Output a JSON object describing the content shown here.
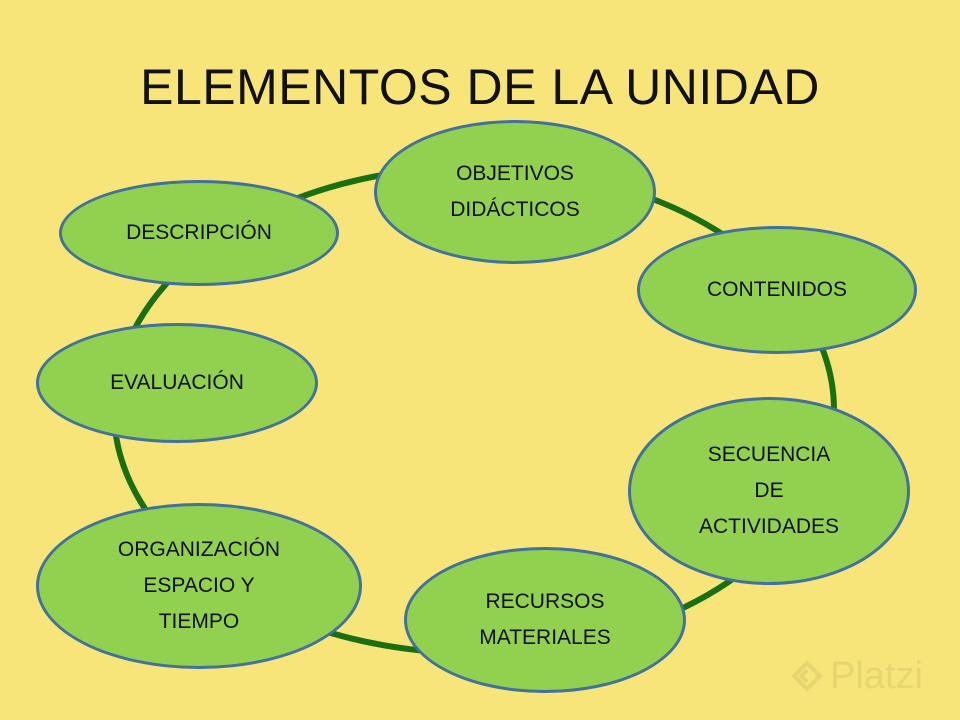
{
  "title": "ELEMENTOS DE LA UNIDAD",
  "colors": {
    "background": "#f8e57a",
    "node_fill": "#92d050",
    "node_border": "#41719c",
    "ring": "#1a7010",
    "text": "#111111"
  },
  "nodes": [
    {
      "id": "objetivos",
      "label": "OBJETIVOS\nDIDÁCTICOS"
    },
    {
      "id": "contenidos",
      "label": "CONTENIDOS"
    },
    {
      "id": "secuencia",
      "label": "SECUENCIA\nDE\nACTIVIDADES"
    },
    {
      "id": "recursos",
      "label": "RECURSOS\nMATERIALES"
    },
    {
      "id": "organizacion",
      "label": "ORGANIZACIÓN\nESPACIO Y\nTIEMPO"
    },
    {
      "id": "evaluacion",
      "label": "EVALUACIÓN"
    },
    {
      "id": "descripcion",
      "label": "DESCRIPCIÓN"
    }
  ],
  "watermark": {
    "text": "Platzi",
    "icon": "platzi-logo-icon"
  }
}
